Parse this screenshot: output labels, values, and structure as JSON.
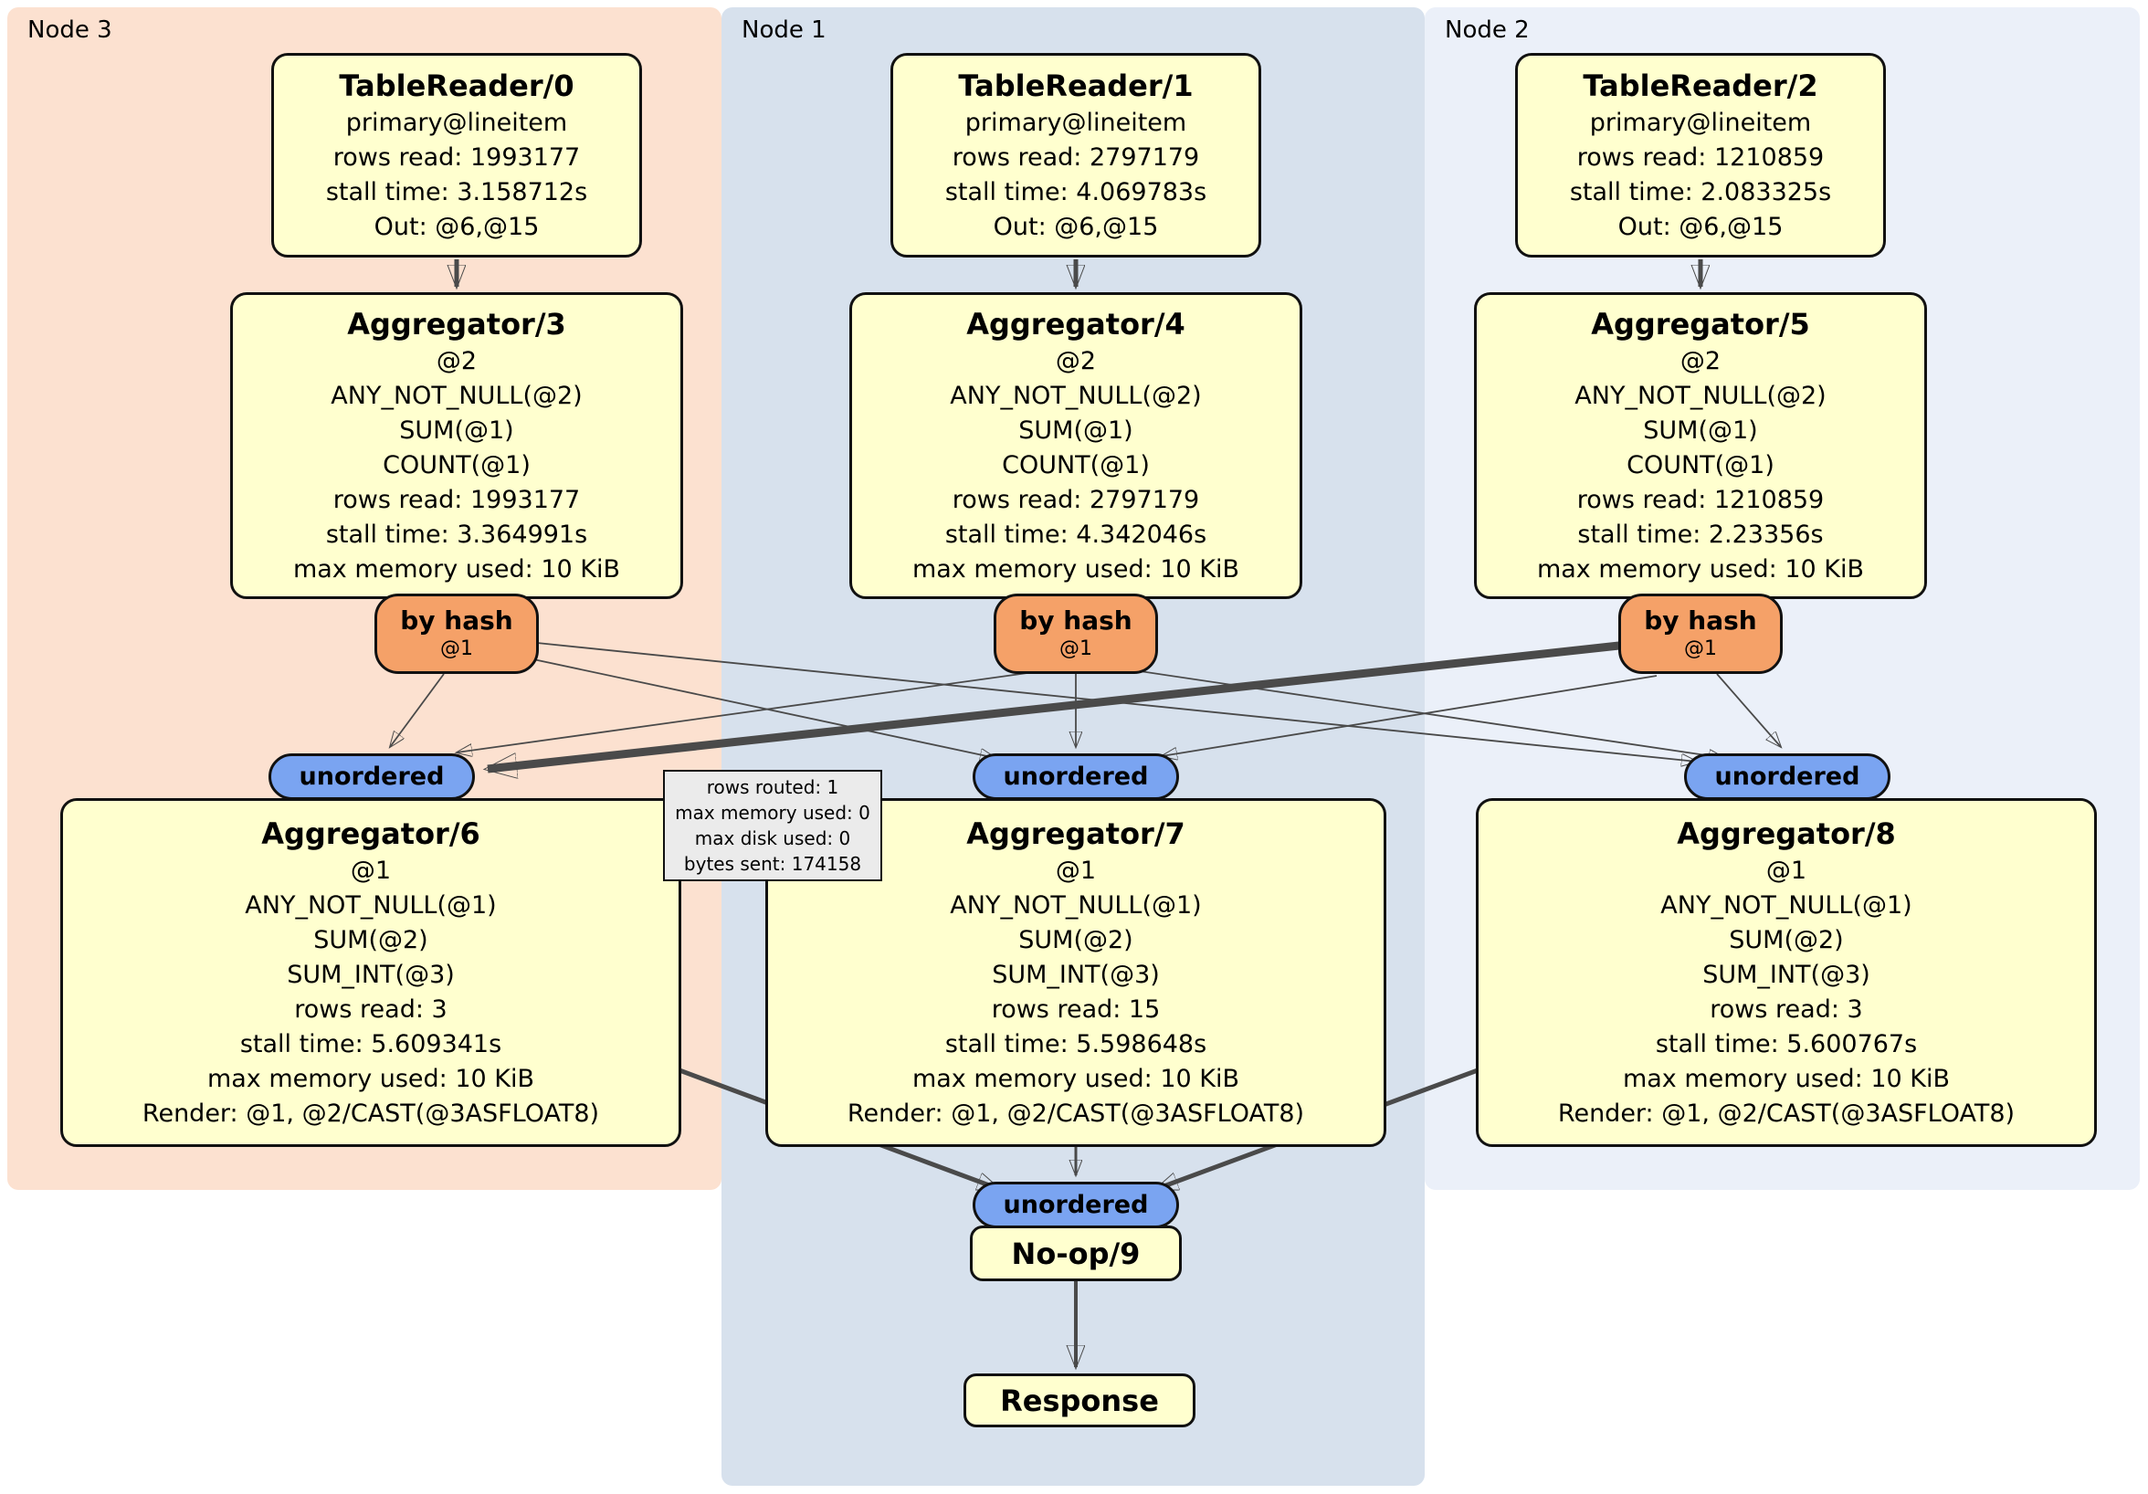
{
  "panels": [
    {
      "label": "Node 3"
    },
    {
      "label": "Node 1"
    },
    {
      "label": "Node 2"
    }
  ],
  "nodes": {
    "tr0": {
      "title": "TableReader/0",
      "lines": [
        "primary@lineitem",
        "rows read: 1993177",
        "stall time: 3.158712s",
        "Out: @6,@15"
      ]
    },
    "tr1": {
      "title": "TableReader/1",
      "lines": [
        "primary@lineitem",
        "rows read: 2797179",
        "stall time: 4.069783s",
        "Out: @6,@15"
      ]
    },
    "tr2": {
      "title": "TableReader/2",
      "lines": [
        "primary@lineitem",
        "rows read: 1210859",
        "stall time: 2.083325s",
        "Out: @6,@15"
      ]
    },
    "ag3": {
      "title": "Aggregator/3",
      "lines": [
        "@2",
        "ANY_NOT_NULL(@2)",
        "SUM(@1)",
        "COUNT(@1)",
        "rows read: 1993177",
        "stall time: 3.364991s",
        "max memory used: 10 KiB"
      ]
    },
    "ag4": {
      "title": "Aggregator/4",
      "lines": [
        "@2",
        "ANY_NOT_NULL(@2)",
        "SUM(@1)",
        "COUNT(@1)",
        "rows read: 2797179",
        "stall time: 4.342046s",
        "max memory used: 10 KiB"
      ]
    },
    "ag5": {
      "title": "Aggregator/5",
      "lines": [
        "@2",
        "ANY_NOT_NULL(@2)",
        "SUM(@1)",
        "COUNT(@1)",
        "rows read: 1210859",
        "stall time: 2.23356s",
        "max memory used: 10 KiB"
      ]
    },
    "ag6": {
      "title": "Aggregator/6",
      "lines": [
        "@1",
        "ANY_NOT_NULL(@1)",
        "SUM(@2)",
        "SUM_INT(@3)",
        "rows read: 3",
        "stall time: 5.609341s",
        "max memory used: 10 KiB",
        "Render: @1, @2/CAST(@3ASFLOAT8)"
      ]
    },
    "ag7": {
      "title": "Aggregator/7",
      "lines": [
        "@1",
        "ANY_NOT_NULL(@1)",
        "SUM(@2)",
        "SUM_INT(@3)",
        "rows read: 15",
        "stall time: 5.598648s",
        "max memory used: 10 KiB",
        "Render: @1, @2/CAST(@3ASFLOAT8)"
      ]
    },
    "ag8": {
      "title": "Aggregator/8",
      "lines": [
        "@1",
        "ANY_NOT_NULL(@1)",
        "SUM(@2)",
        "SUM_INT(@3)",
        "rows read: 3",
        "stall time: 5.600767s",
        "max memory used: 10 KiB",
        "Render: @1, @2/CAST(@3ASFLOAT8)"
      ]
    },
    "noop": {
      "title": "No-op/9"
    },
    "response": {
      "title": "Response"
    }
  },
  "router": {
    "label": "by hash",
    "sub": "@1"
  },
  "sync_label": "unordered",
  "tooltip": {
    "lines": [
      "rows routed: 1",
      "max memory used: 0",
      "max disk used: 0",
      "bytes sent: 174158"
    ]
  },
  "colors": {
    "panel_node3": "#fce1d0",
    "panel_node1": "#d7e1ed",
    "panel_node2": "#ebf0f9",
    "processor_fill": "#ffffcf",
    "router_fill": "#f5a168",
    "sync_fill": "#7aa4f1",
    "edge": "#4a4a4a",
    "tooltip_fill": "#ebebeb"
  }
}
